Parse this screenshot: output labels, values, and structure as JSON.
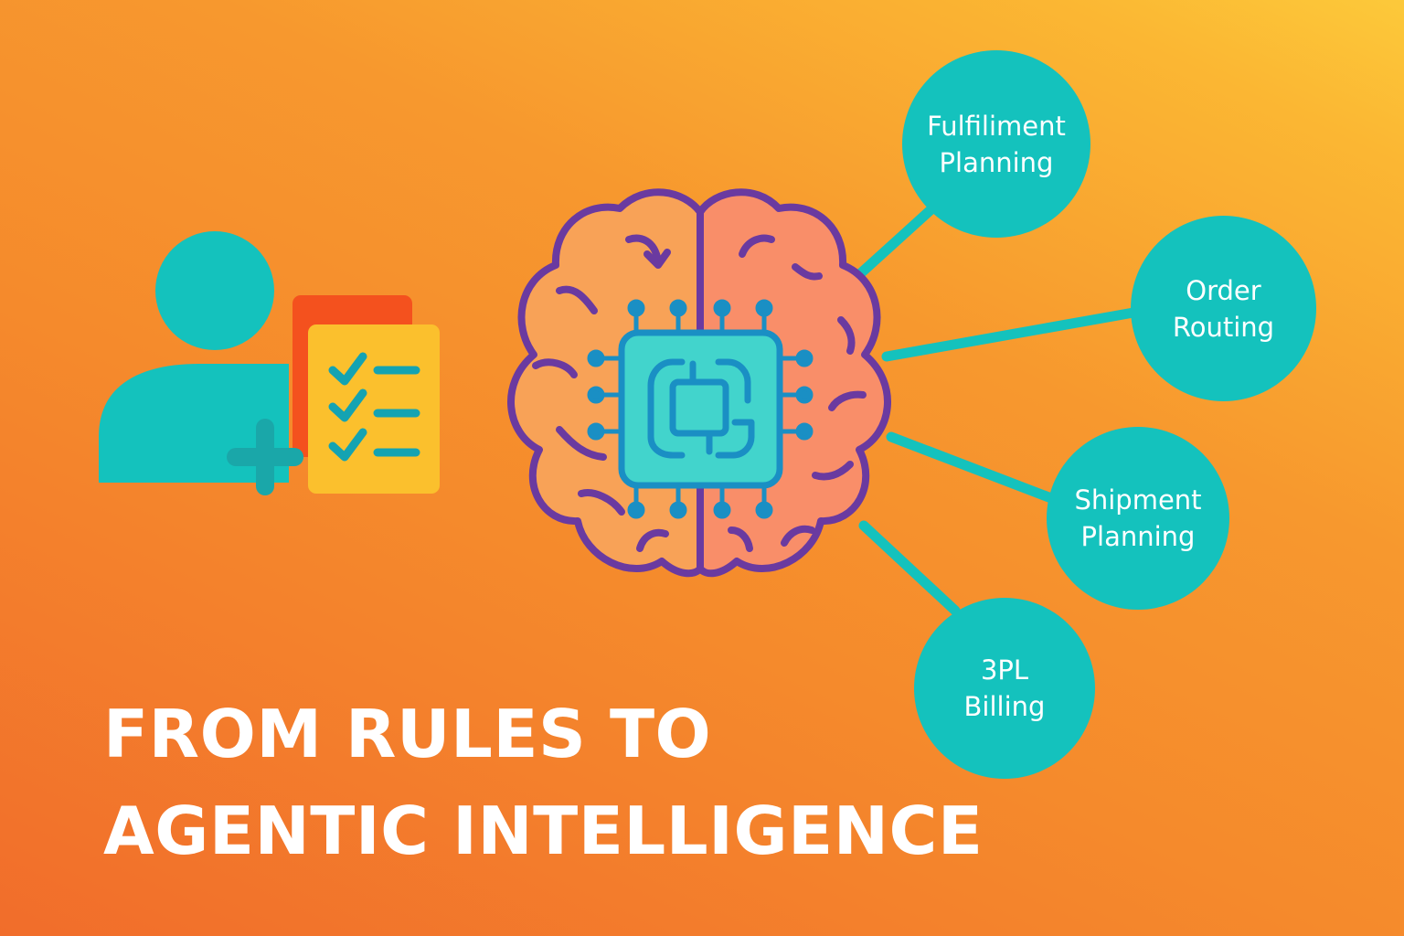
{
  "colors": {
    "teal": "#14c2bd",
    "brain_outline": "#6a3aa0",
    "brain_left": "#f8a257",
    "brain_right": "#f98e69",
    "chip_fill": "#42d4cc",
    "chip_line": "#1a8fc4",
    "checklist_front": "#fbc02d",
    "checklist_back": "#f4511e",
    "headline": "#ffffff"
  },
  "icons": {
    "user": "user-icon",
    "add": "plus-icon",
    "checklist": "checklist-icon",
    "brain": "brain-icon",
    "chip": "chip-icon"
  },
  "nodes": [
    {
      "line1": "Fulfiliment",
      "line2": "Planning"
    },
    {
      "line1": "Order",
      "line2": "Routing"
    },
    {
      "line1": "Shipment",
      "line2": "Planning"
    },
    {
      "line1": "3PL",
      "line2": "Billing"
    }
  ],
  "headline": {
    "line1": "FROM RULES TO",
    "line2": "AGENTIC INTELLIGENCE"
  }
}
